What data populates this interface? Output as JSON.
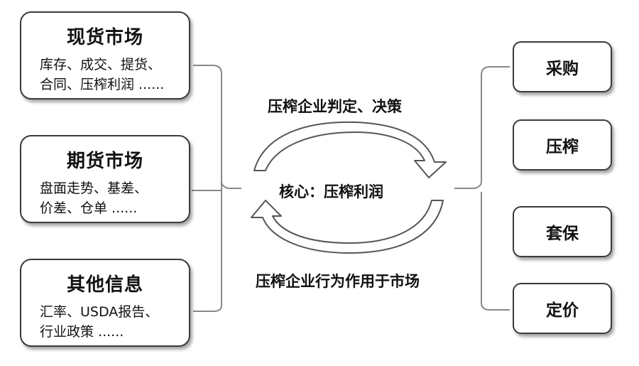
{
  "left_boxes": [
    {
      "title": "现货市场",
      "lines": [
        "库存、成交、提货、",
        "合同、压榨利润 ......"
      ]
    },
    {
      "title": "期货市场",
      "lines": [
        "盘面走势、基差、",
        "价差、仓单 ......"
      ]
    },
    {
      "title": "其他信息",
      "lines": [
        "汇率、USDA报告、",
        "行业政策 ......"
      ]
    }
  ],
  "center": {
    "top_label": "压榨企业判定、决策",
    "core_label": "核心：压榨利润",
    "bottom_label": "压榨企业行为作用于市场"
  },
  "right_boxes": [
    "采购",
    "压榨",
    "套保",
    "定价"
  ]
}
